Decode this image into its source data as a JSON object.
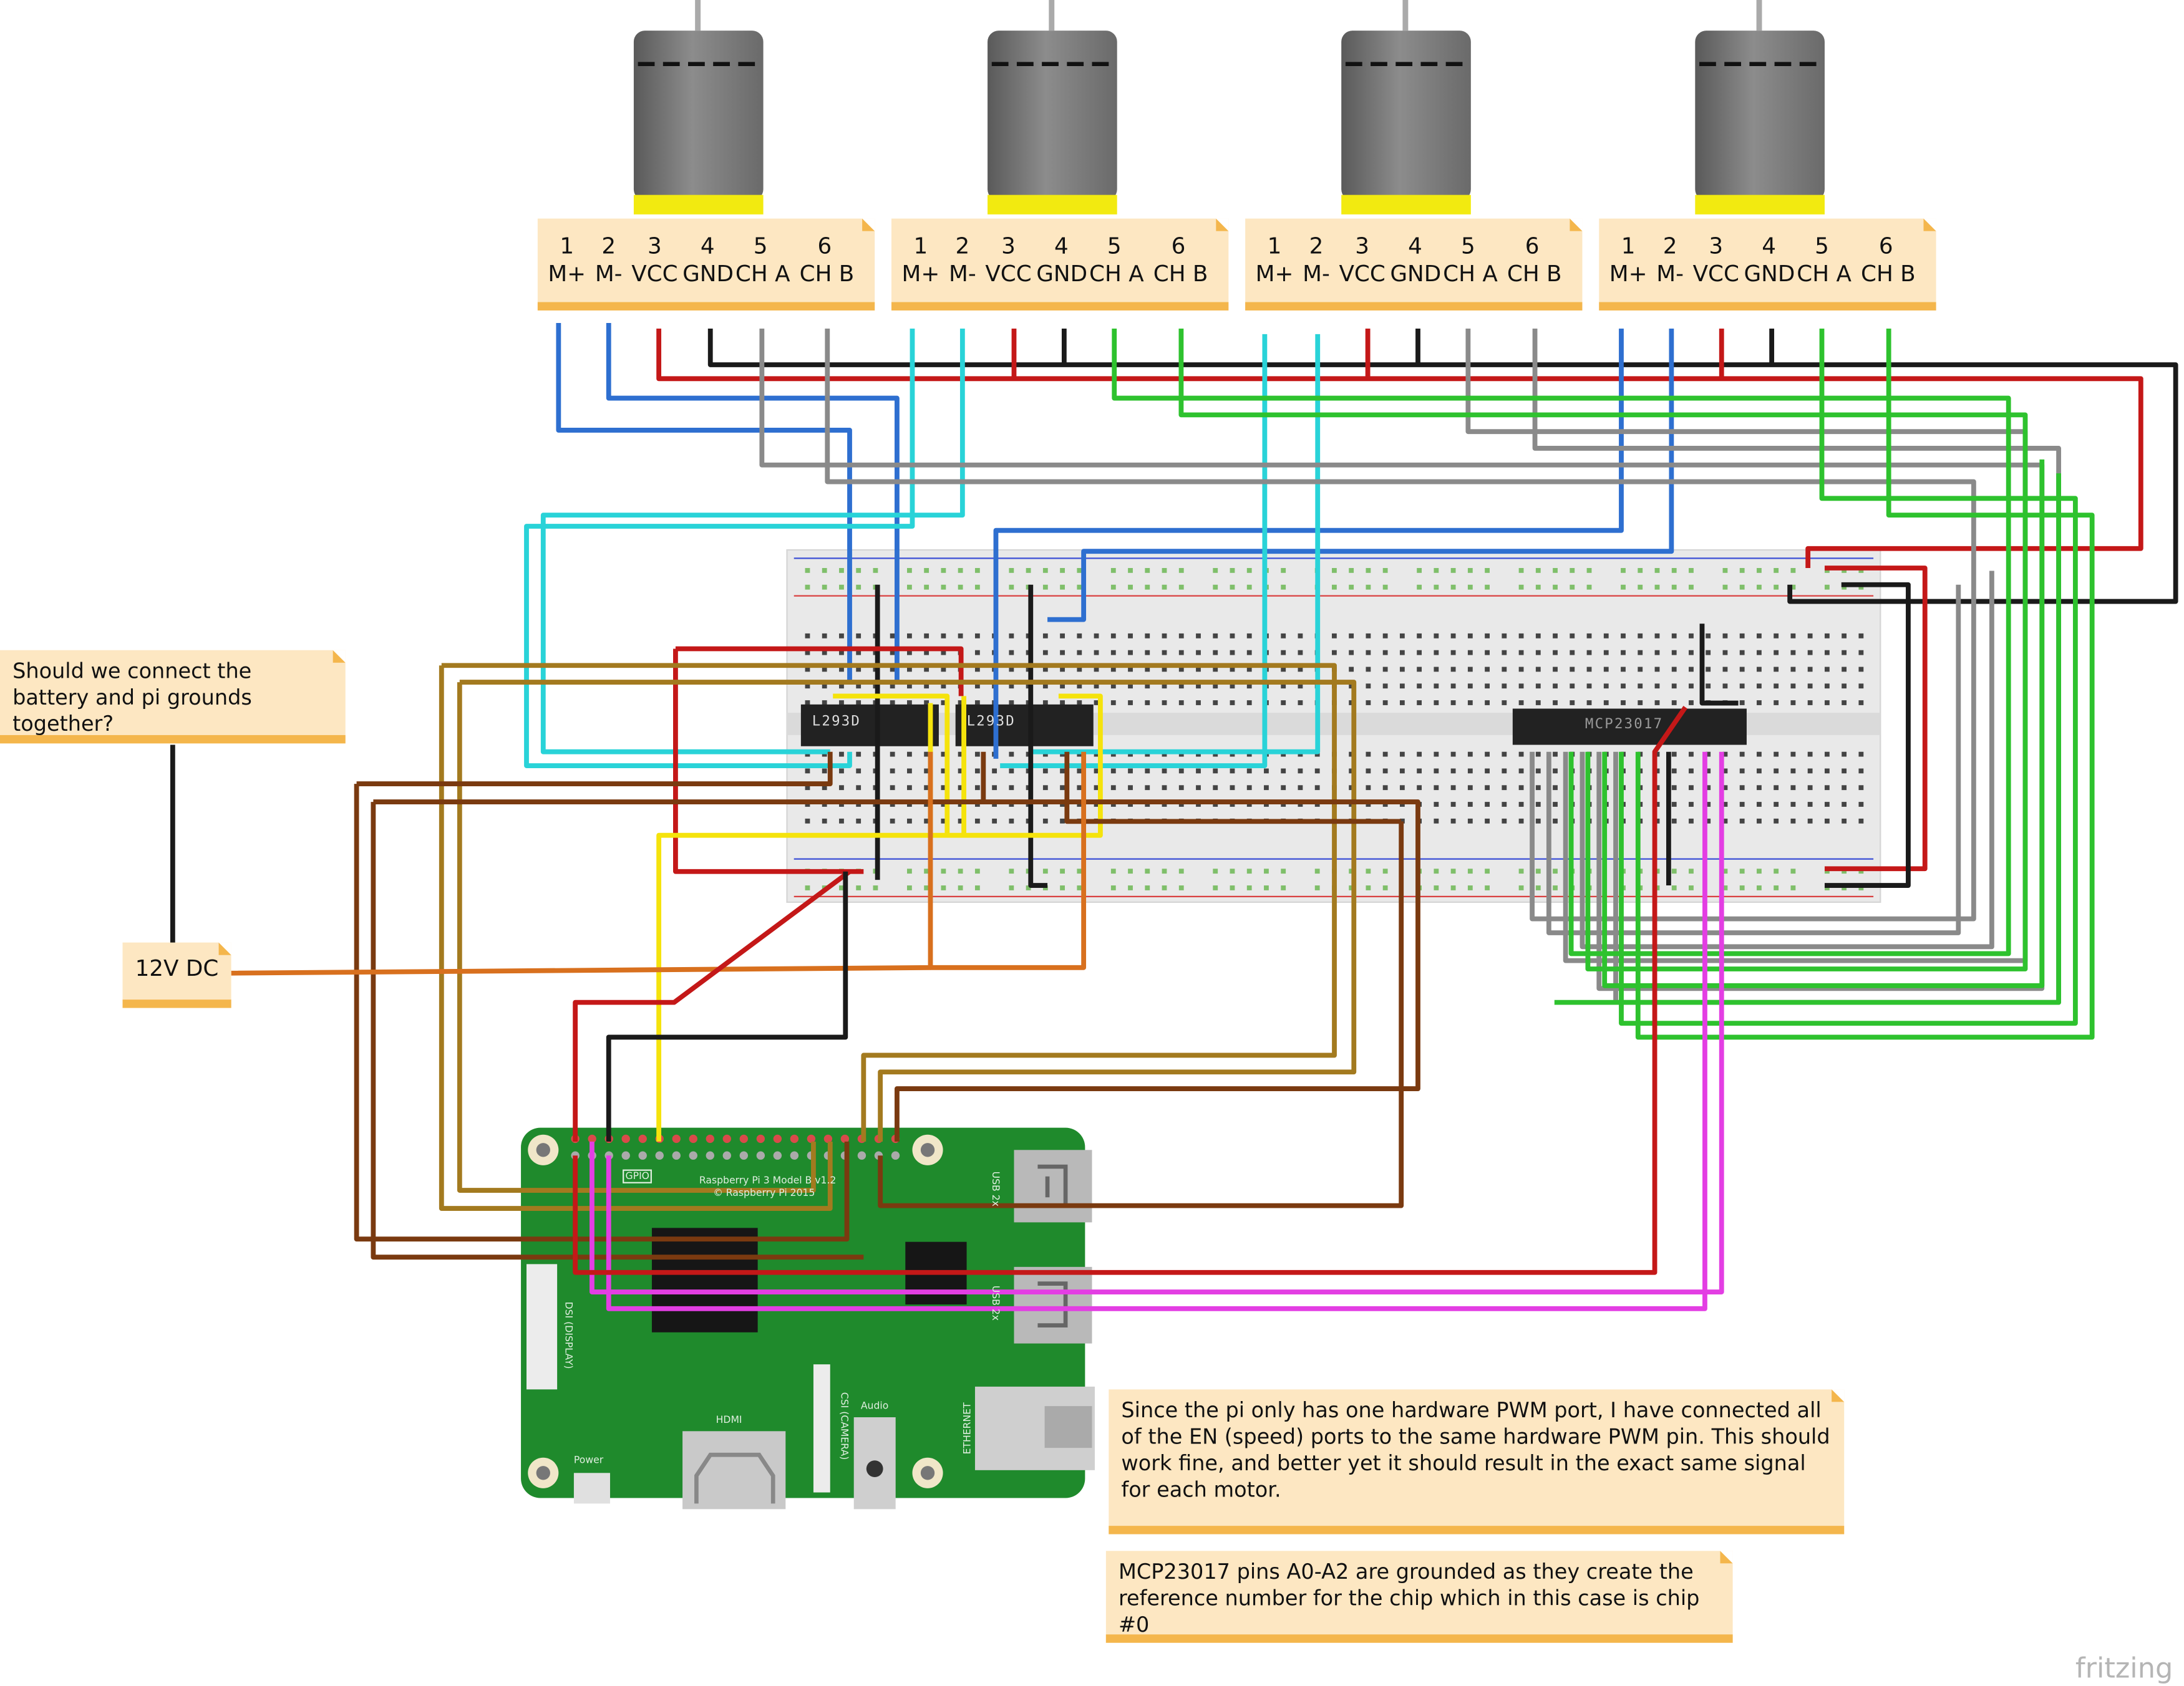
{
  "motor_pins": [
    {
      "num": "1",
      "name": "M+"
    },
    {
      "num": "2",
      "name": "M-"
    },
    {
      "num": "3",
      "name": "VCC"
    },
    {
      "num": "4",
      "name": "GND"
    },
    {
      "num": "5",
      "name": "CH A"
    },
    {
      "num": "6",
      "name": "CH B"
    }
  ],
  "motors": [
    "motor-1",
    "motor-2",
    "motor-3",
    "motor-4"
  ],
  "chips": {
    "driver_1": "L293D",
    "driver_2": "L293D",
    "expander": "MCP23017"
  },
  "power_label": "12V DC",
  "notes": {
    "ground_question": "Should we connect the battery and pi grounds together?",
    "pwm": "Since the pi only has one hardware PWM port, I have connected all of the EN (speed) ports to the same hardware PWM pin. This should work fine, and better yet it should result in the exact same signal for each motor.",
    "address": "MCP23017 pins A0-A2 are grounded as they create the reference number for the chip which in this case is chip #0"
  },
  "pi_labels": {
    "model": "Raspberry Pi 3 Model B v1.2",
    "copyright": "© Raspberry Pi 2015",
    "gpio": "GPIO",
    "usb_top": "USB 2x",
    "usb_bottom": "USB 2x",
    "ethernet": "ETHERNET",
    "hdmi": "HDMI",
    "audio": "Audio",
    "power": "Power",
    "dsi": "DSI (DISPLAY)",
    "csi": "CSI (CAMERA)"
  },
  "watermark": "fritzing",
  "colors": {
    "red": "#c41818",
    "black": "#1a1a1a",
    "blue": "#2e6fd0",
    "cyan": "#29d3d8",
    "grey": "#8a8a8a",
    "green": "#2ec22e",
    "yellow": "#f5e30c",
    "brown": "#7a3a10",
    "olive": "#a37a1f",
    "orange": "#d8701e",
    "magenta": "#e33ee3",
    "pcb": "#1f8a2c",
    "note_bg": "#fde7c2",
    "note_edge": "#f4b64c"
  }
}
